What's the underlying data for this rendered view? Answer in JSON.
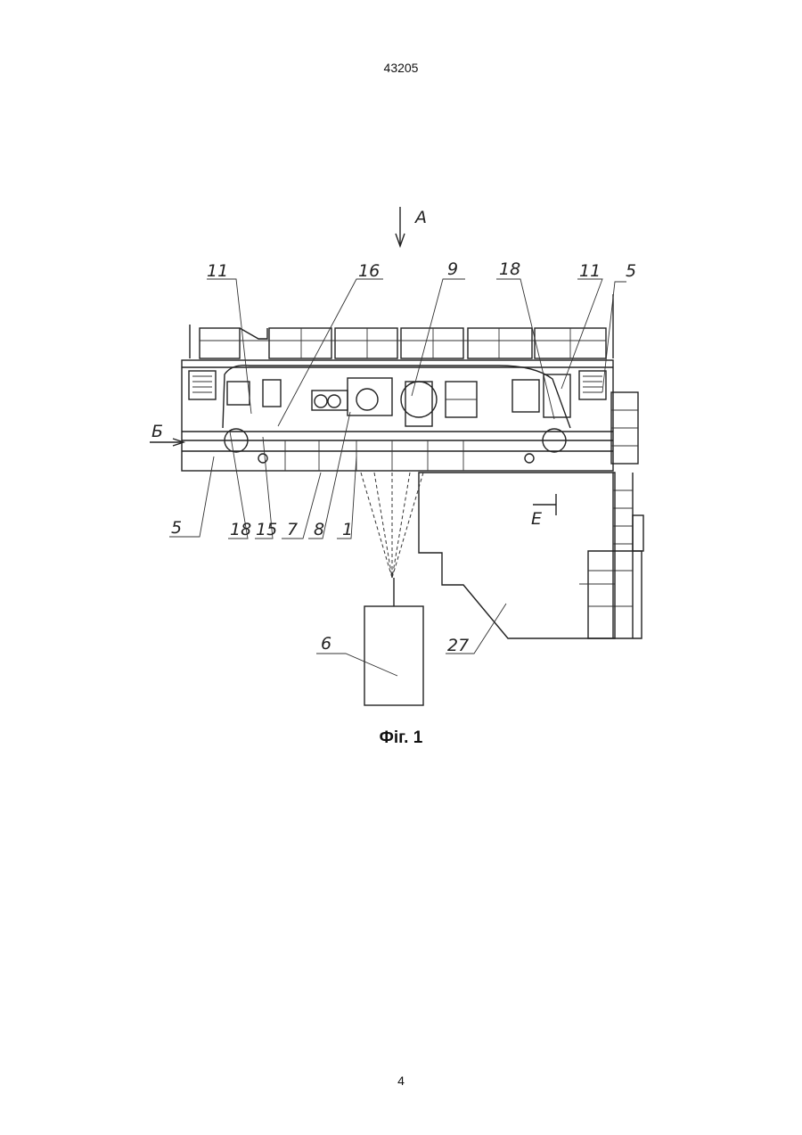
{
  "header": {
    "document_number": "43205"
  },
  "figure": {
    "caption": "Фіг. 1",
    "view_labels": {
      "a": "А",
      "b": "Б",
      "e": "Е"
    },
    "callouts": {
      "c11_left": "11",
      "c16": "16",
      "c9": "9",
      "c18_top": "18",
      "c11_right": "11",
      "c5_top": "5",
      "c5_left": "5",
      "c18_bottom": "18",
      "c15": "15",
      "c7": "7",
      "c8": "8",
      "c1": "1",
      "c6": "6",
      "c27": "27"
    }
  },
  "footer": {
    "page_number": "4"
  }
}
